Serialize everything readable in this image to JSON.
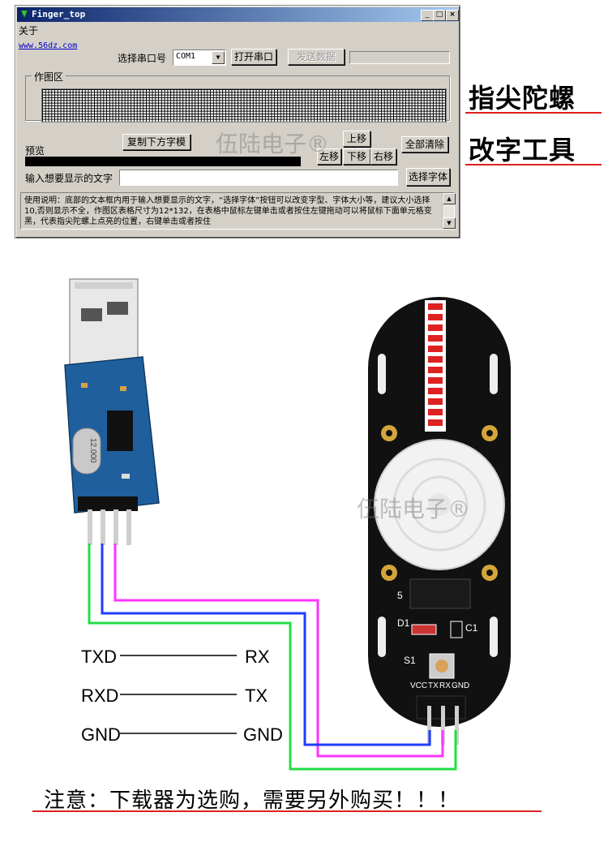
{
  "window": {
    "title": "Finger_top",
    "menu": "关于",
    "link": "www.56dz.com",
    "port_label": "选择串口号",
    "port_value": "COM1",
    "open_port_button": "打开串口",
    "send_data_button": "发送数据",
    "draw_area_label": "作图区",
    "copy_button": "复制下方字模",
    "up_button": "上移",
    "left_button": "左移",
    "down_button": "下移",
    "right_button": "右移",
    "clear_all_button": "全部清除",
    "preview_label": "预览",
    "input_label": "输入想要显示的文字",
    "input_value": "",
    "choose_font_button": "选择字体",
    "help_text": "使用说明：底部的文本框内用于输入想要显示的文字，“选择字体”按钮可以改变字型、字体大小等，建议大小选择10,否则显示不全，作图区表格尺寸为12*132，在表格中鼠标左键单击或者按住左键拖动可以将鼠标下面单元格变黑，代表指尖陀螺上点亮的位置，右键单击或者按住"
  },
  "feature_titles": [
    "指尖陀螺",
    "改字工具"
  ],
  "watermark": "伍陆电子®",
  "wiring": {
    "left": [
      "TXD",
      "RXD",
      "GND"
    ],
    "right": [
      "RX",
      "TX",
      "GND"
    ],
    "header_pins": [
      "VCC",
      "TX",
      "RX",
      "GND"
    ],
    "board_marks": [
      "D1",
      "C1",
      "S1",
      "5"
    ],
    "crystal": "12.000",
    "wire_colors": {
      "txd_rx": "#ff33ff",
      "rxd_tx": "#1f3cff",
      "gnd": "#22dd44"
    }
  },
  "note": "注意：下载器为选购，需要另外购买！！！"
}
